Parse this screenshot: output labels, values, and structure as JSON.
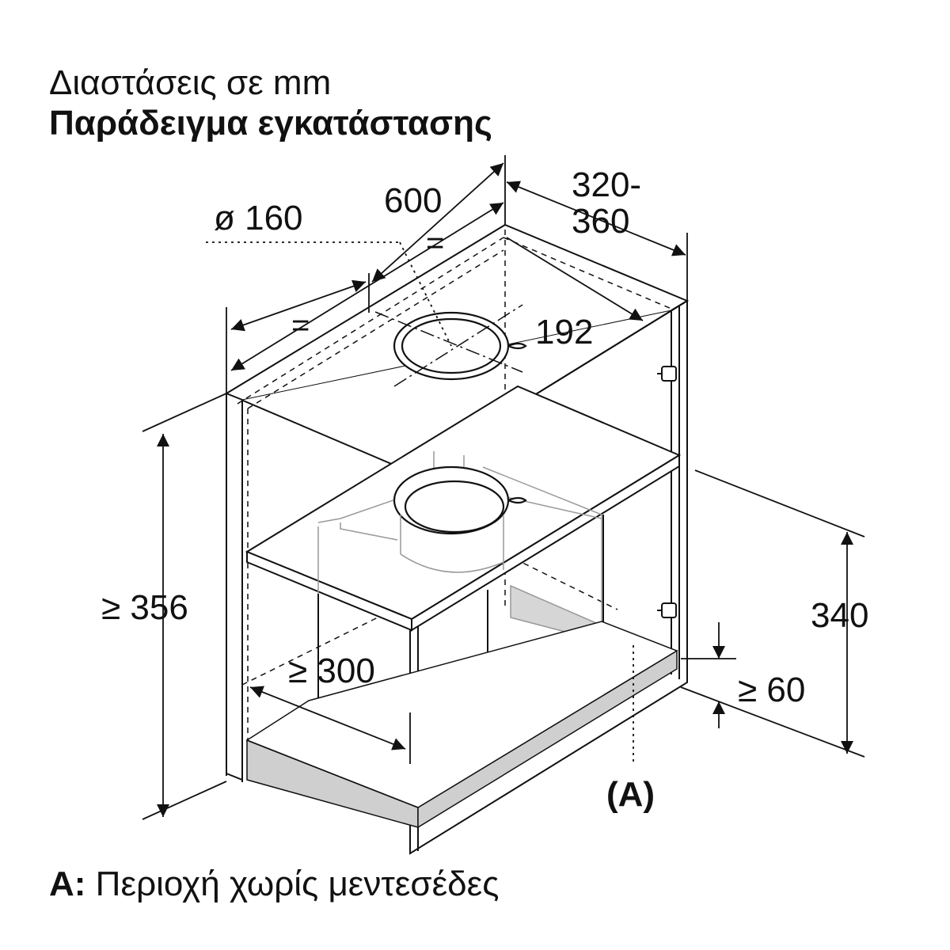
{
  "header": {
    "subtitle": "Διαστάσεις σε mm",
    "title": "Παράδειγμα εγκατάστασης"
  },
  "dimensions": {
    "duct_diameter": "ø 160",
    "width": "600",
    "depth_top": "320-",
    "depth_bottom": "360",
    "equal_left": "=",
    "equal_right": "=",
    "hole_offset": "192",
    "cabinet_height": "≥ 356",
    "inner_width": "≥ 300",
    "hood_height": "340",
    "bottom_clearance": "≥ 60",
    "area_marker": "(A)"
  },
  "legend": {
    "key": "A:",
    "text": "Περιοχή χωρίς μεντεσέδες"
  }
}
